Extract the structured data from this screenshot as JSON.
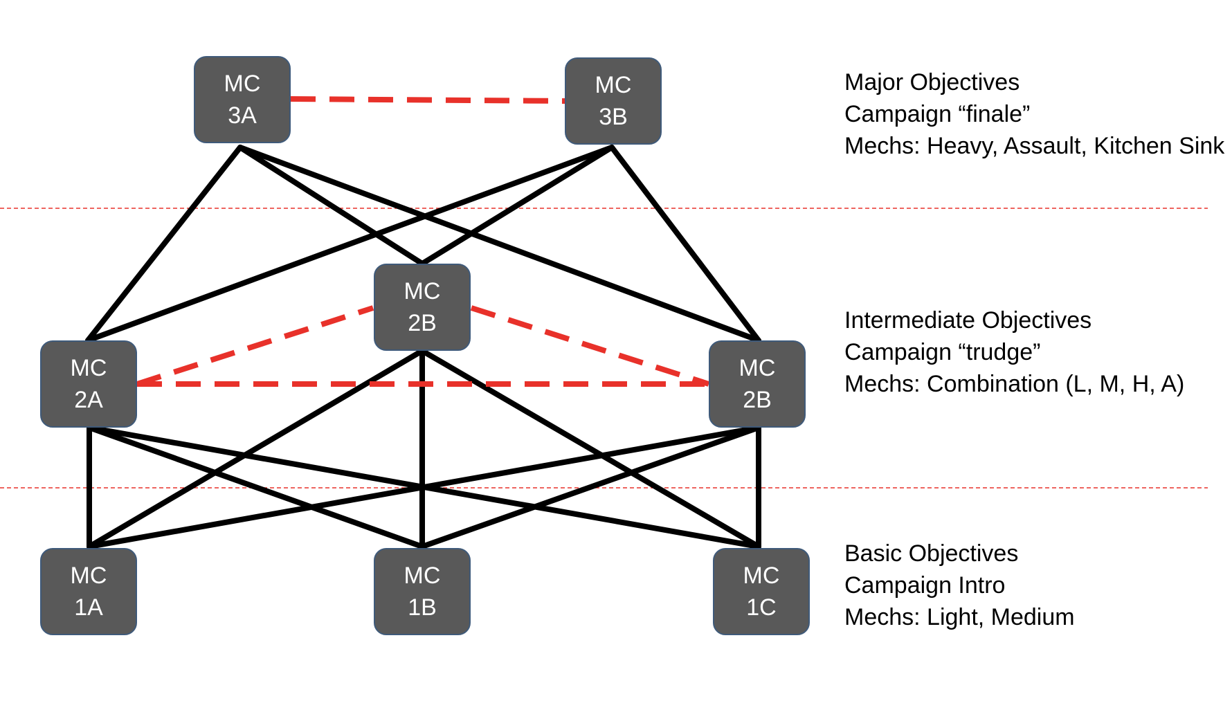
{
  "nodes": {
    "n3a": {
      "line1": "MC",
      "line2": "3A"
    },
    "n3b": {
      "line1": "MC",
      "line2": "3B"
    },
    "n2a": {
      "line1": "MC",
      "line2": "2A"
    },
    "n2b_center": {
      "line1": "MC",
      "line2": "2B"
    },
    "n2b_right": {
      "line1": "MC",
      "line2": "2B"
    },
    "n1a": {
      "line1": "MC",
      "line2": "1A"
    },
    "n1b": {
      "line1": "MC",
      "line2": "1B"
    },
    "n1c": {
      "line1": "MC",
      "line2": "1C"
    }
  },
  "tiers": {
    "major": {
      "title": "Major Objectives",
      "subtitle": "Campaign “finale”",
      "mechs": "Mechs: Heavy, Assault, Kitchen Sink"
    },
    "intermediate": {
      "title": "Intermediate Objectives",
      "subtitle": "Campaign “trudge”",
      "mechs": "Mechs: Combination (L, M, H, A)"
    },
    "basic": {
      "title": "Basic Objectives",
      "subtitle": "Campaign Intro",
      "mechs": "Mechs: Light, Medium"
    }
  },
  "colors": {
    "node_fill": "#595959",
    "node_border": "#3f5a7a",
    "solid_link": "#000000",
    "dashed_link": "#e8312a",
    "tier_divider": "#e8312a"
  }
}
